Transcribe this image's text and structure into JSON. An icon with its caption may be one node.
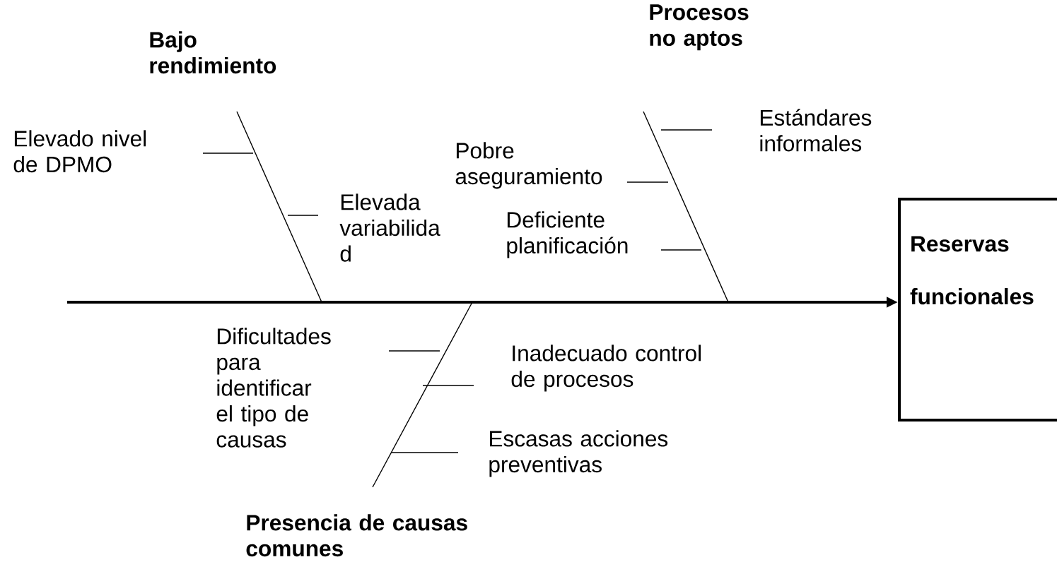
{
  "diagram": {
    "nodes": [
      {
        "text": [
          "Bajo rendimiento"
        ]
      },
      {
        "text": [
          "Procesos no aptos"
        ]
      },
      {
        "text": [
          "Estándares informales"
        ]
      },
      {
        "text": [
          "Elevado nivel de DPMO"
        ]
      },
      {
        "text": [
          "Pobre aseguramiento"
        ]
      },
      {
        "text": [
          "Elevada variabilida d"
        ]
      },
      {
        "text": [
          "Deficiente planificación"
        ]
      },
      {
        "text": [
          "Reservas funcionales"
        ]
      },
      {
        "text": [
          "Dificultades para identificar el tipo de causas"
        ]
      },
      {
        "text": [
          "Inadecuado control de procesos"
        ]
      },
      {
        "text": [
          "Escasas acciones preventivas"
        ]
      },
      {
        "text": [
          "Presencia de causas comunes"
        ]
      }
    ],
    "edges": [
      {
        "from": null,
        "to": 7,
        "arrow": "to"
      }
    ]
  }
}
